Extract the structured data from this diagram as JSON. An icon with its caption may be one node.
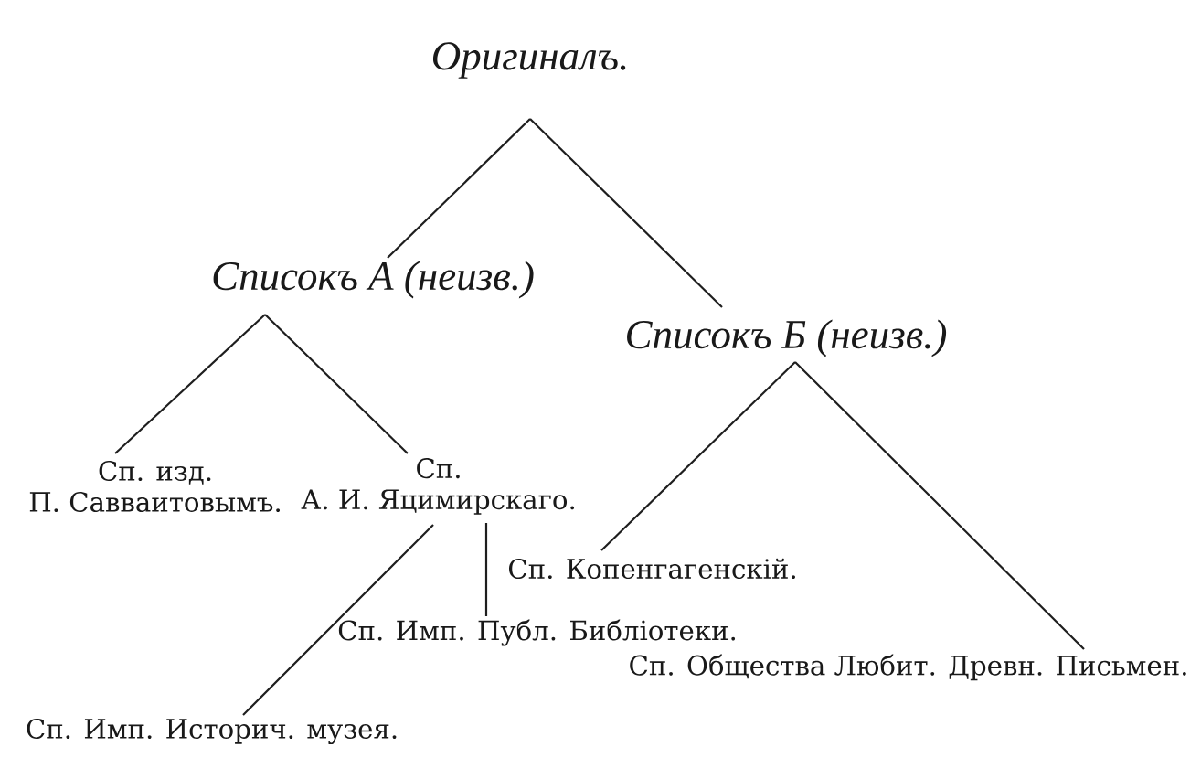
{
  "diagram": {
    "nodes": [
      {
        "text": [
          "Оригиналъ."
        ]
      },
      {
        "text": [
          "Списокъ А (неизв.)"
        ]
      },
      {
        "text": [
          "Списокъ Б (неизв.)"
        ]
      },
      {
        "text": [
          "Сп. изд. П. Савваитовымъ."
        ]
      },
      {
        "text": [
          "Сп. А. И. Яцимирскаго."
        ]
      },
      {
        "text": [
          "Сп. Копенгагенскій."
        ]
      },
      {
        "text": [
          "Сп. Имп. Публ. Библіотеки."
        ]
      },
      {
        "text": [
          "Сп. Общества Любит. Древн. Письмен."
        ]
      },
      {
        "text": [
          "Сп. Имп. Историч. музея."
        ]
      }
    ],
    "edges": [
      {
        "from": 0,
        "to": 1,
        "arrow": "none"
      },
      {
        "from": 0,
        "to": 2,
        "arrow": "none"
      },
      {
        "from": 1,
        "to": 3,
        "arrow": "none"
      },
      {
        "from": 1,
        "to": 4,
        "arrow": "none"
      },
      {
        "from": 2,
        "to": 5,
        "arrow": "none"
      },
      {
        "from": 2,
        "to": 7,
        "arrow": "none"
      },
      {
        "from": 4,
        "to": 6,
        "arrow": "none"
      },
      {
        "from": 4,
        "to": 8,
        "arrow": "none"
      }
    ]
  }
}
